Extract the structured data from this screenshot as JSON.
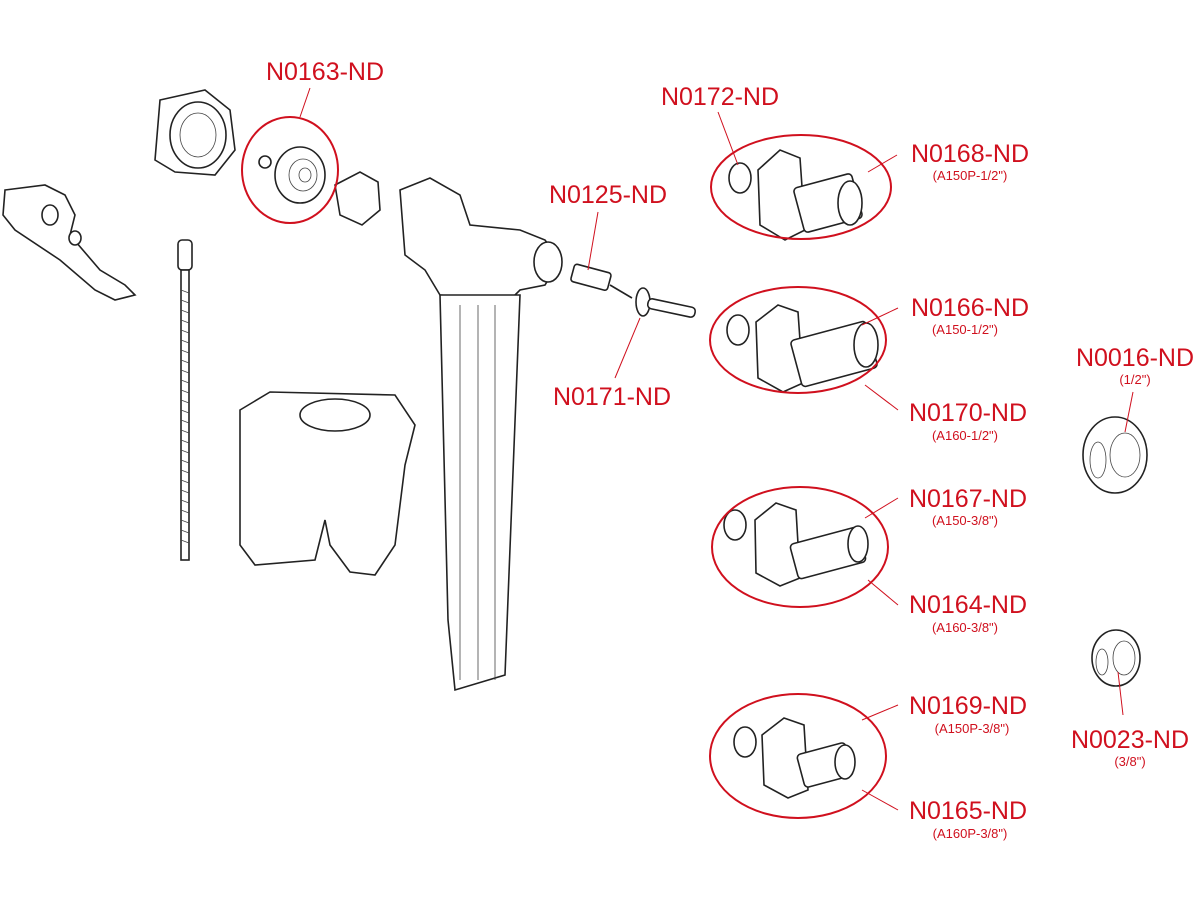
{
  "parts": {
    "n0163": {
      "code": "N0163-ND"
    },
    "n0172": {
      "code": "N0172-ND"
    },
    "n0168": {
      "code": "N0168-ND",
      "spec": "(A150P-1/2\")"
    },
    "n0125": {
      "code": "N0125-ND"
    },
    "n0166": {
      "code": "N0166-ND",
      "spec": "(A150-1/2\")"
    },
    "n0016": {
      "code": "N0016-ND",
      "spec": "(1/2\")"
    },
    "n0171": {
      "code": "N0171-ND"
    },
    "n0170": {
      "code": "N0170-ND",
      "spec": "(A160-1/2\")"
    },
    "n0167": {
      "code": "N0167-ND",
      "spec": "(A150-3/8\")"
    },
    "n0164": {
      "code": "N0164-ND",
      "spec": "(A160-3/8\")"
    },
    "n0169": {
      "code": "N0169-ND",
      "spec": "(A150P-3/8\")"
    },
    "n0023": {
      "code": "N0023-ND",
      "spec": "(3/8\")"
    },
    "n0165": {
      "code": "N0165-ND",
      "spec": "(A160P-3/8\")"
    }
  },
  "colors": {
    "accent": "#d0101e",
    "line": "#222222"
  }
}
